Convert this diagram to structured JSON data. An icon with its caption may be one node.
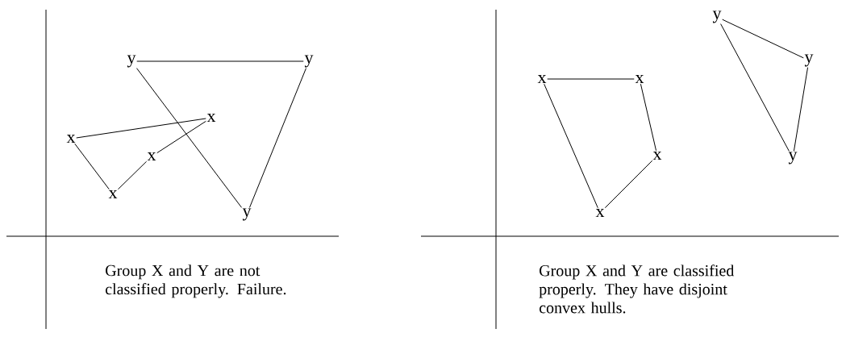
{
  "diagram": {
    "nodes": [
      {
        "text": [
          "x"
        ]
      },
      {
        "text": [
          "x"
        ]
      },
      {
        "text": [
          "x"
        ]
      },
      {
        "text": [
          "x"
        ]
      },
      {
        "text": [
          "y"
        ]
      },
      {
        "text": [
          "y"
        ]
      },
      {
        "text": [
          "y"
        ]
      },
      {
        "text": [
          "x"
        ]
      },
      {
        "text": [
          "x"
        ]
      },
      {
        "text": [
          "x"
        ]
      },
      {
        "text": [
          "x"
        ]
      },
      {
        "text": [
          "y"
        ]
      },
      {
        "text": [
          "y"
        ]
      },
      {
        "text": [
          "y"
        ]
      }
    ],
    "edges": [
      {
        "from": 0,
        "to": 1,
        "arrow": "none"
      },
      {
        "from": 0,
        "to": 3,
        "arrow": "none"
      },
      {
        "from": 3,
        "to": 2,
        "arrow": "none"
      },
      {
        "from": 2,
        "to": 1,
        "arrow": "none"
      },
      {
        "from": 4,
        "to": 5,
        "arrow": "none"
      },
      {
        "from": 4,
        "to": 6,
        "arrow": "none"
      },
      {
        "from": 5,
        "to": 6,
        "arrow": "none"
      },
      {
        "from": 7,
        "to": 8,
        "arrow": "none"
      },
      {
        "from": 8,
        "to": 9,
        "arrow": "none"
      },
      {
        "from": 9,
        "to": 10,
        "arrow": "none"
      },
      {
        "from": 10,
        "to": 7,
        "arrow": "none"
      },
      {
        "from": 11,
        "to": 12,
        "arrow": "none"
      },
      {
        "from": 12,
        "to": 13,
        "arrow": "none"
      },
      {
        "from": 13,
        "to": 11,
        "arrow": "none"
      }
    ],
    "labels": [
      "Group X and Y are not classified properly. Failure.",
      "Group X and Y are classified properly. They have disjoint convex hulls."
    ]
  }
}
